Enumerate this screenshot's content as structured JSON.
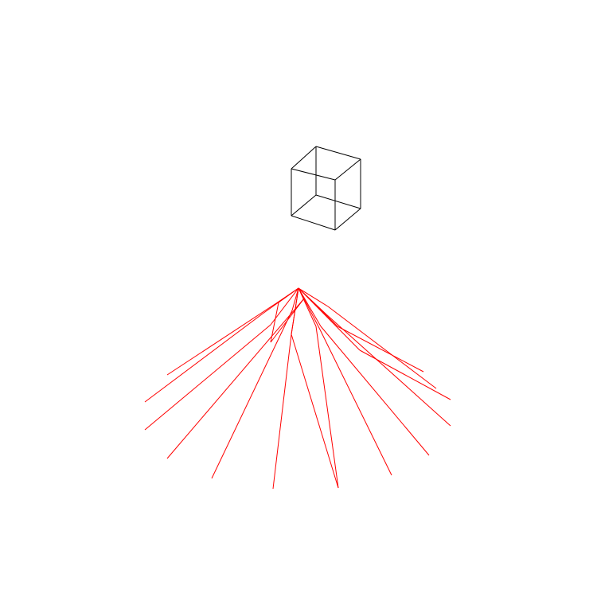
{
  "scene": {
    "background_color": "#ffffff",
    "cube": {
      "kind": "wireframe-cube",
      "stroke_color": "#000000",
      "edge_count": 12
    },
    "star_burst": {
      "kind": "radiating-line-fan",
      "stroke_color": "#ff0000",
      "spoke_count": 14
    }
  }
}
